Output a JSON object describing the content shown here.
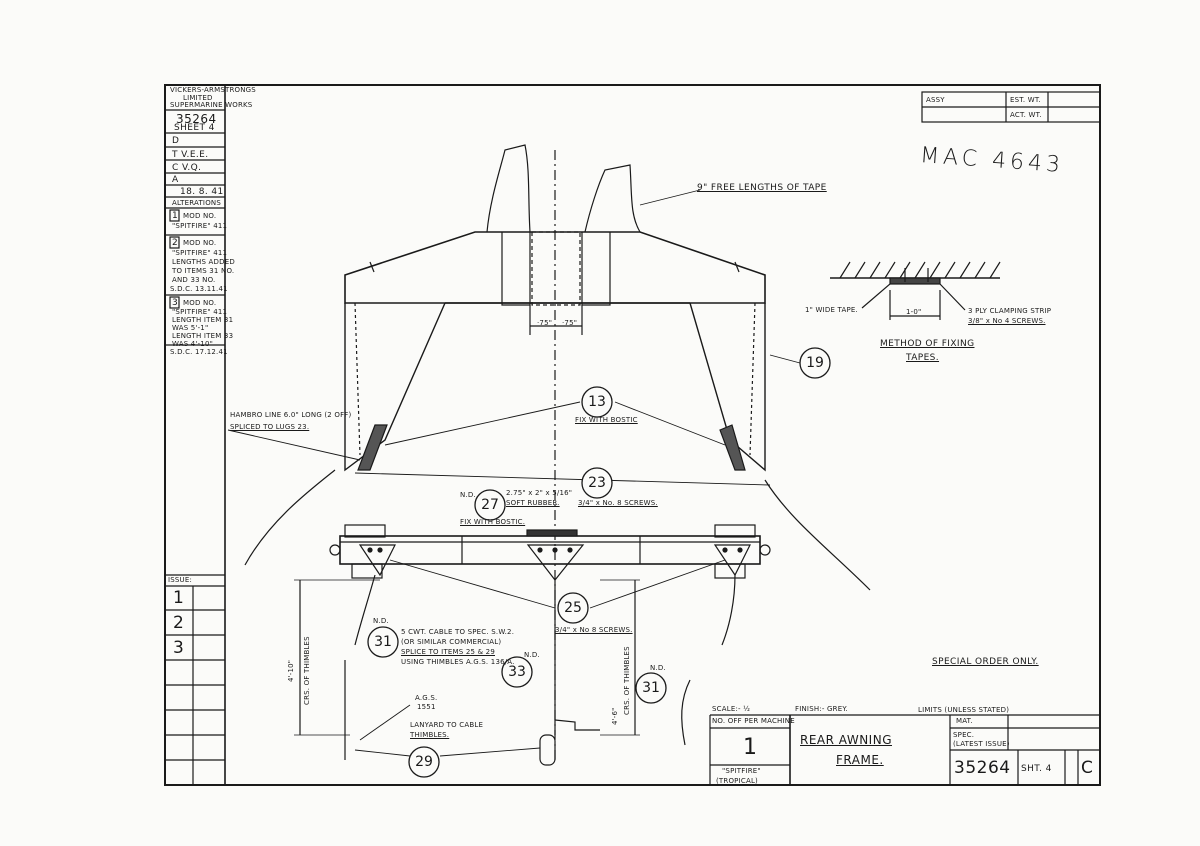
{
  "stamp": {
    "company": [
      "VICKERS-ARMSTRONGS",
      "LIMITED",
      "SUPERMARINE WORKS"
    ],
    "drawing_number": "35264",
    "sheet": "SHEET 4",
    "row_d": "D",
    "row_t": "T  V.E.E.",
    "row_c": "C  V.Q.",
    "row_a": "A",
    "date": "18. 8. 41",
    "alterations_header": "ALTERATIONS",
    "alterations": [
      {
        "n": "1",
        "lines": [
          "MOD NO.",
          "\"SPITFIRE\" 411"
        ]
      },
      {
        "n": "2",
        "lines": [
          "MOD NO.",
          "\"SPITFIRE\" 411",
          "LENGTHS ADDED",
          "TO ITEMS 31 NO.",
          "AND 33 NO.",
          "S.D.C. 13.11.41"
        ]
      },
      {
        "n": "3",
        "lines": [
          "MOD NO.",
          "\"SPITFIRE\" 411",
          "LENGTH ITEM 31",
          "WAS 5'-1\"",
          "LENGTH ITEM 33",
          "WAS 4'-10\"",
          "S.D.C. 17.12.41"
        ]
      }
    ],
    "issue_header": "ISSUE:",
    "issues": [
      "1",
      "2",
      "3"
    ]
  },
  "header": {
    "assy": "ASSY",
    "est_wt": "EST. WT.",
    "act_wt": "ACT. WT.",
    "mac": "MAC 4643"
  },
  "notes": {
    "free_tape": "9\" FREE LENGTHS OF TAPE",
    "wide_tape": "1\" WIDE TAPE.",
    "clamp_1": "3 PLY CLAMPING STRIP",
    "clamp_2": "3/8\" x No 4 SCREWS.",
    "one_foot": "1-0\"",
    "method_1": "METHOD OF FIXING",
    "method_2": "TAPES.",
    "dim_75a": "·75\"",
    "dim_75b": "·75\"",
    "hambro_1": "HAMBRO LINE 6.0\" LONG (2 OFF)",
    "hambro_2": "SPLICED TO LUGS 23.",
    "fix_bostic": "FIX WITH BOSTIC",
    "screws_23": "3/4\" x No. 8 SCREWS.",
    "nd_27": "N.D.",
    "rubber_1": "2.75\" x 2\" x 5/16\"",
    "rubber_2": "SOFT RUBBER.",
    "fix_bostic_27": "FIX WITH BOSTIC.",
    "screws_25": "3/4\" x No 8 SCREWS.",
    "nd_31a": "N.D.",
    "cable_1": "5 CWT. CABLE TO SPEC. S.W.2.",
    "cable_2": "(OR SIMILAR COMMERCIAL)",
    "cable_3": "SPLICE TO ITEMS 25 & 29",
    "cable_4": "USING THIMBLES A.G.S. 136/A.",
    "nd_33": "N.D.",
    "nd_31b": "N.D.",
    "ags_1": "A.G.S.",
    "ags_2": "1551",
    "lanyard_1": "LANYARD TO CABLE",
    "lanyard_2": "THIMBLES.",
    "dim_left": "4'-10\"",
    "dim_left_sub": "CRS. OF THIMBLES",
    "dim_right": "4'-6\"",
    "dim_right_sub": "CRS. OF THIMBLES",
    "special_order": "SPECIAL ORDER ONLY."
  },
  "items": [
    "19",
    "13",
    "23",
    "27",
    "25",
    "31",
    "33",
    "31",
    "29"
  ],
  "title_block": {
    "scale": "SCALE:- ½",
    "finish": "FINISH:- GREY.",
    "limits": "LIMITS (UNLESS STATED)",
    "no_off_label": "NO. OFF PER MACHINE",
    "no_off": "1",
    "machine_1": "\"SPITFIRE\"",
    "machine_2": "(TROPICAL)",
    "title_1": "REAR AWNING",
    "title_2": "FRAME.",
    "mat": "MAT.",
    "spec_1": "SPEC.",
    "spec_2": "(LATEST ISSUE)",
    "drawing_no": "35264",
    "sht": "SHT. 4",
    "issue_letter": "C"
  }
}
